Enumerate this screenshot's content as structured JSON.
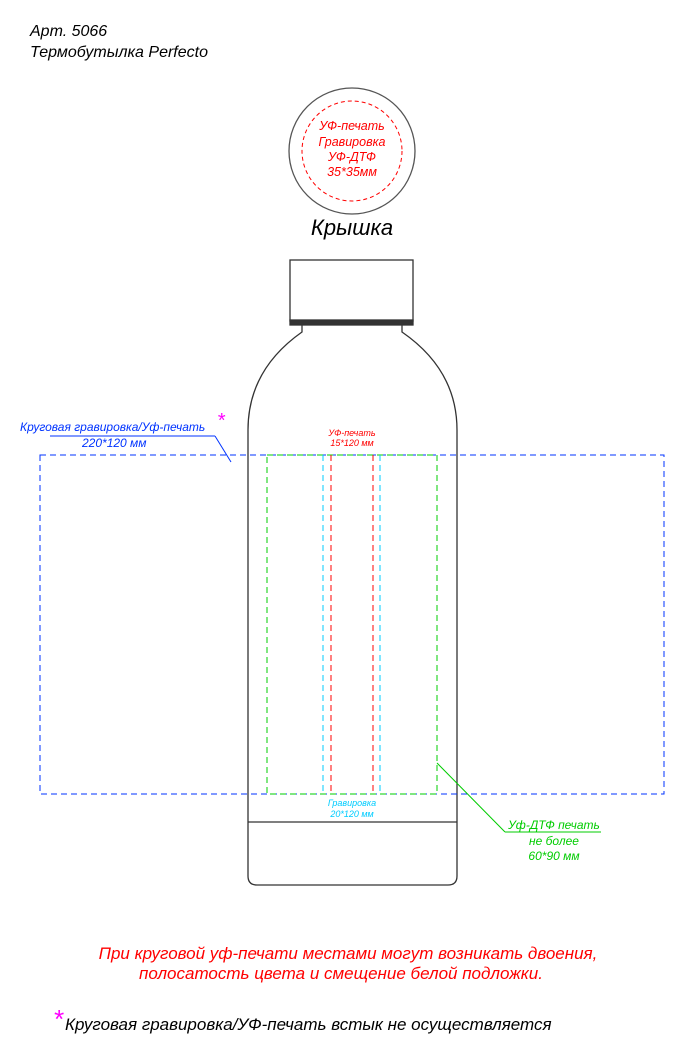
{
  "header": {
    "article": "Арт. 5066",
    "product": "Термобутылка Perfecto"
  },
  "lid": {
    "lines": [
      "УФ-печать",
      "Гравировка",
      "УФ-ДТФ",
      "35*35мм"
    ],
    "caption": "Крышка"
  },
  "wrap_label": {
    "line1": "Круговая гравировка/Уф-печать",
    "asterisk": "*",
    "line2": "220*120 мм"
  },
  "uv_label": {
    "line1": "УФ-печать",
    "line2": "15*120 мм"
  },
  "engrave_label": {
    "line1": "Гравировка",
    "line2": "20*120 мм"
  },
  "dtf_label": {
    "line1": "Уф-ДТФ печать",
    "line2": "не более",
    "line3": "60*90 мм"
  },
  "notes": {
    "warning1": "При круговой уф-печати местами могут возникать двоения,",
    "warning2": "полосатость цвета и смещение белой подложки.",
    "asterisk": "*",
    "footnote": "Круговая гравировка/УФ-печать встык не осуществляется"
  },
  "colors": {
    "red": "#ff0000",
    "blue": "#0033ff",
    "cyan": "#00ccff",
    "green": "#00cc00",
    "magenta": "#ff00ff"
  }
}
